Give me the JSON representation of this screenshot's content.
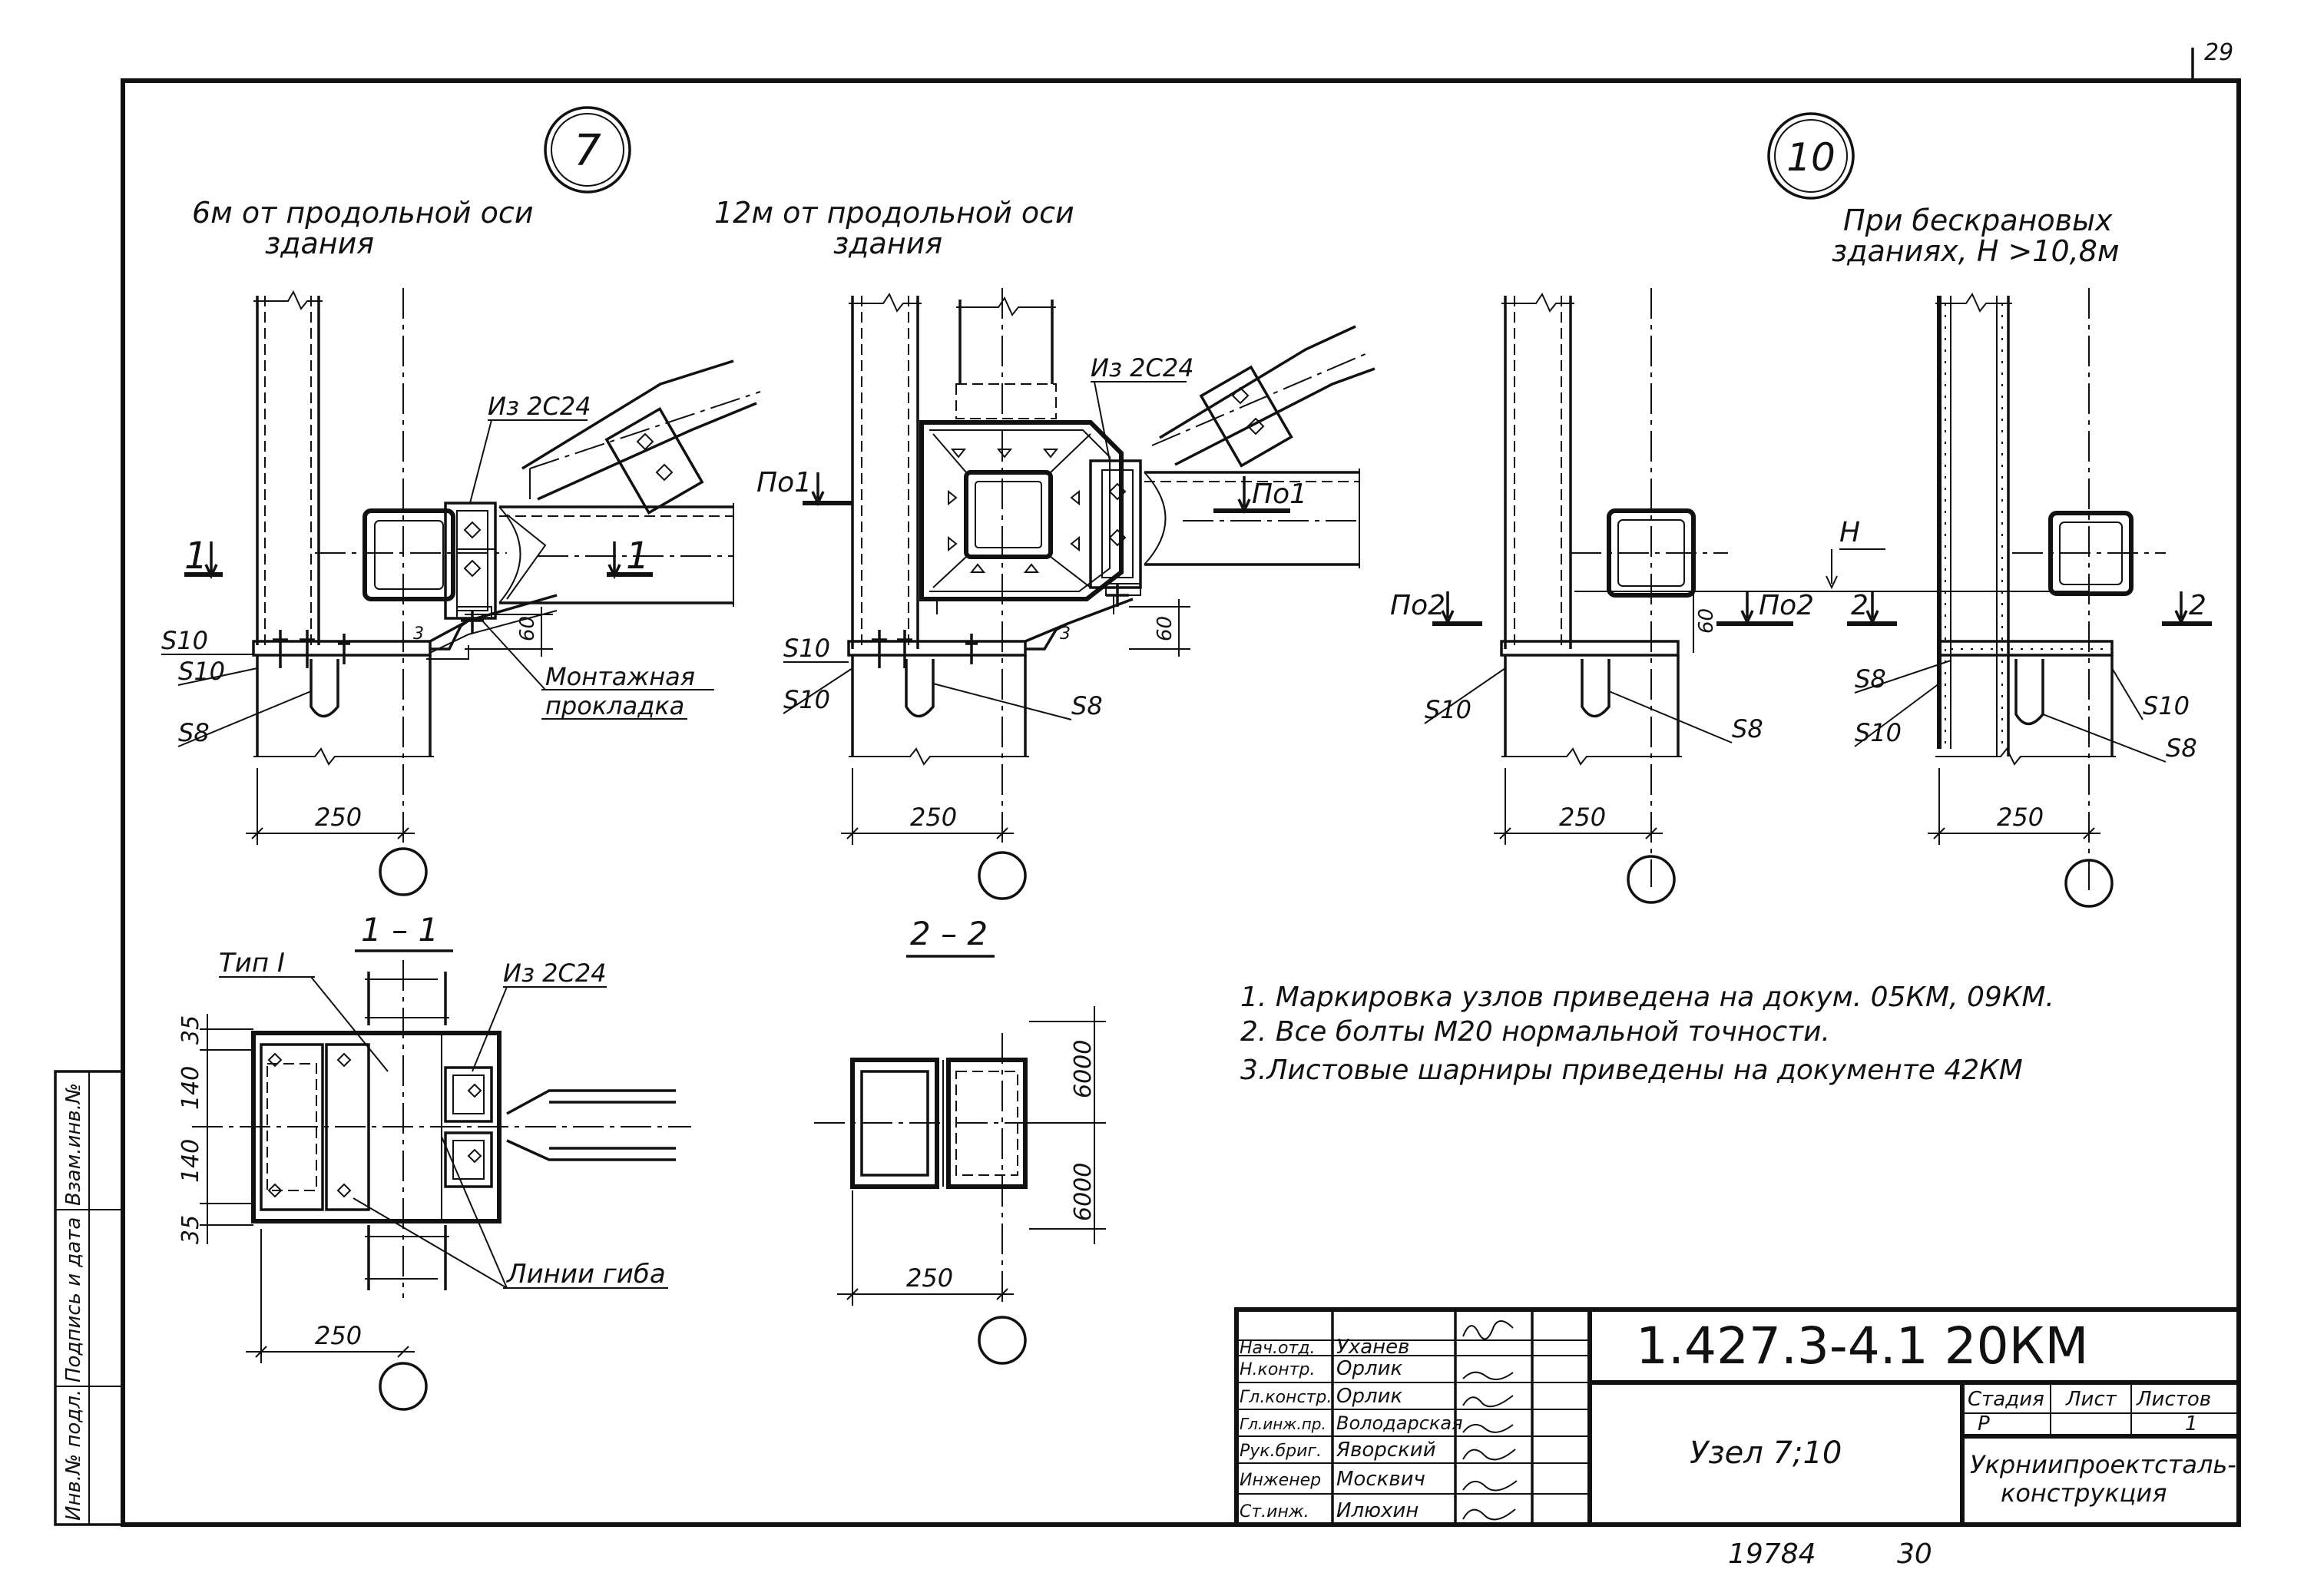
{
  "corner_mark": "29",
  "details": {
    "node_7": {
      "number": "7"
    },
    "node_10": {
      "number": "10"
    }
  },
  "views": {
    "v1": {
      "caption": [
        "6м от продольной оси",
        "здания"
      ]
    },
    "v2": {
      "caption": [
        "12м от продольной оси",
        "здания"
      ]
    },
    "v4": {
      "caption": [
        "При бескрановых",
        "зданиях, Н >10,8м"
      ]
    }
  },
  "labels": {
    "s10": "S10",
    "s8": "S8",
    "iz2c24": "Из 2С24",
    "mont_line1": "Монтажная",
    "mont_line2": "прокладка",
    "po1": "По1",
    "po2": "По2",
    "sec1": "1",
    "sec2": "2",
    "h": "Н",
    "weld3": "3",
    "type1": "Тип I",
    "bend": "Линии гиба"
  },
  "dims": {
    "d250": "250",
    "d60": "60",
    "d35": "35",
    "d140": "140",
    "d6000": "6000"
  },
  "sections": {
    "s11": "1 – 1",
    "s22": "2 – 2"
  },
  "notes": [
    "1. Маркировка узлов приведена на докум. 05КМ, 09КМ.",
    "2. Все болты М20 нормальной точности.",
    "3.Листовые шарниры приведены на документе 42КМ"
  ],
  "side_stamp": [
    "Инв.№ подл.",
    "Подпись и дата",
    "Взам.инв.№"
  ],
  "title_block": {
    "doc_code": "1.427.3-4.1   20КМ",
    "title": "Узел 7;10",
    "org": [
      "Укрниипроектсталь-",
      "конструкция"
    ],
    "stage_header": "Стадия",
    "sheet_header": "Лист",
    "sheets_header": "Листов",
    "stage": "Р",
    "sheet": "",
    "sheets": "1",
    "staff": [
      {
        "role": "Нач.отд.",
        "name": "Уханев"
      },
      {
        "role": "Н.контр.",
        "name": "Орлик"
      },
      {
        "role": "Гл.констр.",
        "name": "Орлик"
      },
      {
        "role": "Гл.инж.пр.",
        "name": "Володарская"
      },
      {
        "role": "Рук.бриг.",
        "name": "Яворский"
      },
      {
        "role": "Инженер",
        "name": "Москвич"
      },
      {
        "role": "Ст.инж.",
        "name": "Илюхин"
      }
    ]
  },
  "footer": {
    "num1": "19784",
    "num2": "30"
  }
}
